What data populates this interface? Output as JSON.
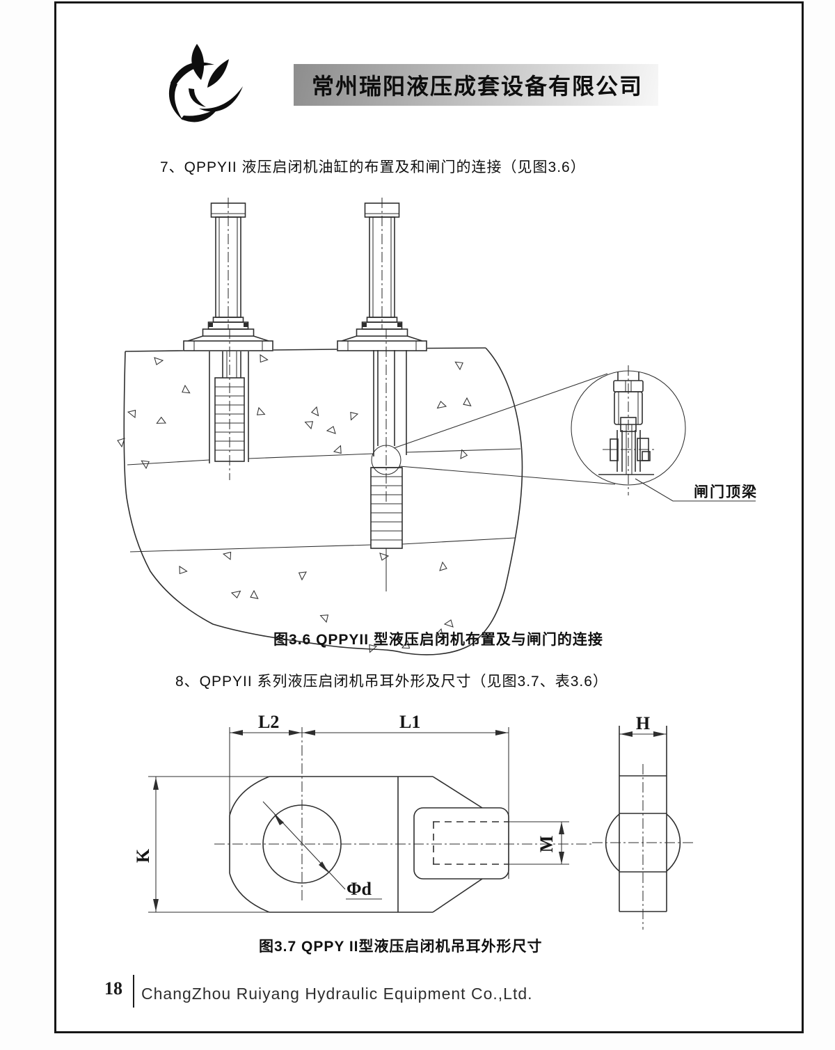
{
  "header": {
    "company_name_cn": "常州瑞阳液压成套设备有限公司"
  },
  "sections": {
    "s7_heading": "7、QPPYII 液压启闭机油缸的布置及和闸门的连接（见图3.6）",
    "s8_heading": "8、QPPYII 系列液压启闭机吊耳外形及尺寸（见图3.7、表3.6）"
  },
  "figure_3_6": {
    "caption": "图3.6 QPPYII 型液压启闭机布置及与闸门的连接",
    "callout_gate_top_beam": "闸门顶梁"
  },
  "figure_3_7": {
    "caption": "图3.7 QPPY II型液压启闭机吊耳外形尺寸",
    "dim_labels": {
      "l2": "L2",
      "l1": "L1",
      "k": "K",
      "m": "M",
      "h": "H",
      "phi_d": "Φd"
    }
  },
  "footer": {
    "page_number": "18",
    "company_name_en": "ChangZhou Ruiyang Hydraulic Equipment Co.,Ltd."
  }
}
